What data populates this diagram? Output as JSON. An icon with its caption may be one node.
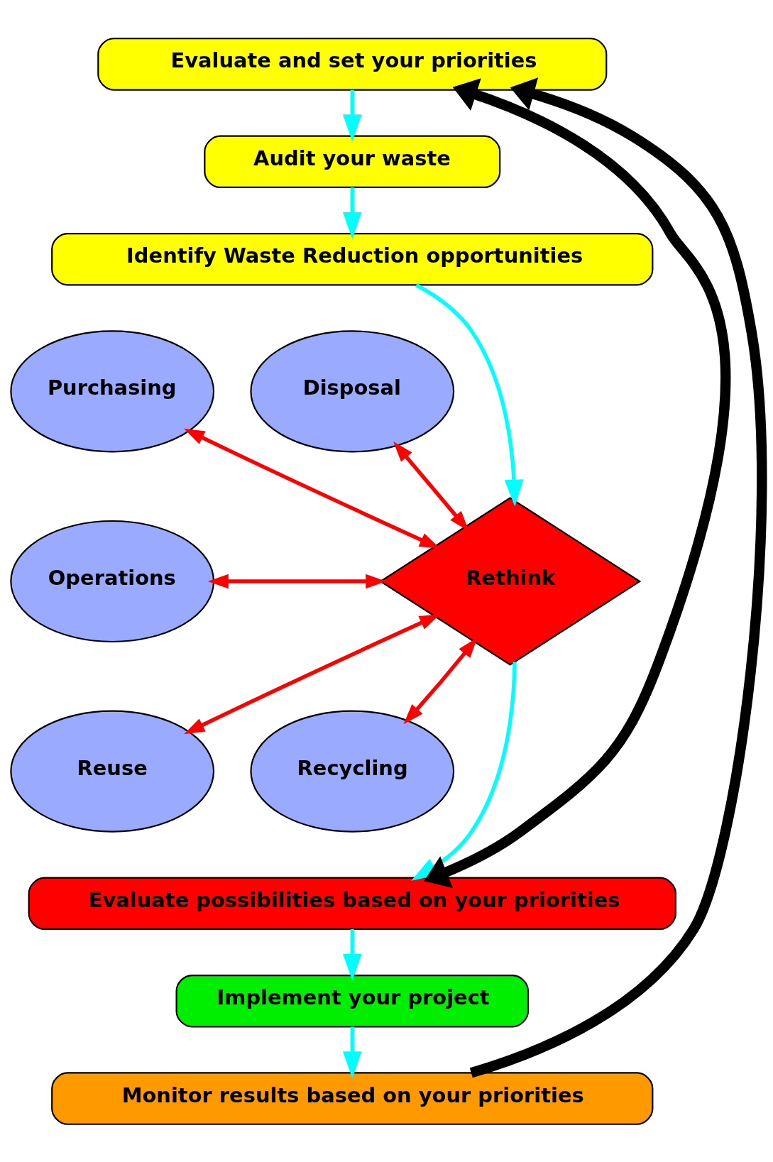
{
  "diagram": {
    "nodes": [
      {
        "text": [
          "Evaluate and set your priorities"
        ]
      },
      {
        "text": [
          "Audit your waste"
        ]
      },
      {
        "text": [
          "Identify Waste Reduction opportunities"
        ]
      },
      {
        "text": [
          "Purchasing"
        ]
      },
      {
        "text": [
          "Disposal"
        ]
      },
      {
        "text": [
          "Operations"
        ]
      },
      {
        "text": [
          "Rethink"
        ]
      },
      {
        "text": [
          "Recycling"
        ]
      },
      {
        "text": [
          "Reuse"
        ]
      },
      {
        "text": [
          "Evaluate possibilities based on your priorities"
        ]
      },
      {
        "text": [
          "Implement your project"
        ]
      },
      {
        "text": [
          "Monitor results based on your priorities"
        ]
      }
    ],
    "edges": [
      {
        "from": 0,
        "to": 1,
        "arrow": "to"
      },
      {
        "from": 1,
        "to": 2,
        "arrow": "to"
      },
      {
        "from": 2,
        "to": 6,
        "arrow": "to"
      },
      {
        "from": 3,
        "to": 6,
        "arrow": "both",
        "color": "#ff0000"
      },
      {
        "from": 6,
        "to": 4,
        "arrow": "both",
        "color": "#ff0000"
      },
      {
        "from": 5,
        "to": 6,
        "arrow": "both",
        "color": "#ff0000"
      },
      {
        "from": 8,
        "to": 6,
        "arrow": "both",
        "color": "#ff0000"
      },
      {
        "from": 6,
        "to": 7,
        "arrow": "both",
        "color": "#ff0000"
      },
      {
        "from": 6,
        "to": 9,
        "arrow": "to"
      },
      {
        "from": 9,
        "to": 10,
        "arrow": "to"
      },
      {
        "from": 10,
        "to": 11,
        "arrow": "to"
      },
      {
        "from": 11,
        "to": 0,
        "arrow": "to",
        "style": "thick",
        "color": "#000000"
      },
      {
        "from": 9,
        "to": 0,
        "arrow": "both",
        "style": "thick",
        "color": "#000000"
      }
    ]
  }
}
